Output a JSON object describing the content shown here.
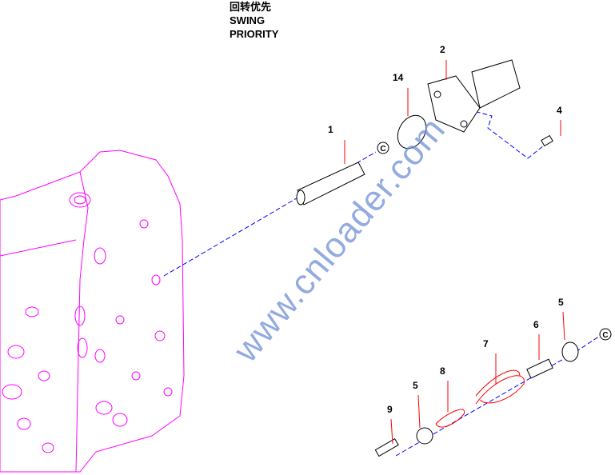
{
  "title": {
    "chinese": "回转优先",
    "line1": "SWING",
    "line2": "PRIORITY"
  },
  "watermark": "www.cnloader.com",
  "callouts": [
    "1",
    "2",
    "14",
    "4",
    "5",
    "6",
    "7",
    "8",
    "5",
    "9"
  ],
  "connector_mark": "C",
  "colors": {
    "housing": "#ff00ff",
    "parts": "#ff0000",
    "leader": "#0000ff",
    "watermark": "#6f8fd8"
  }
}
